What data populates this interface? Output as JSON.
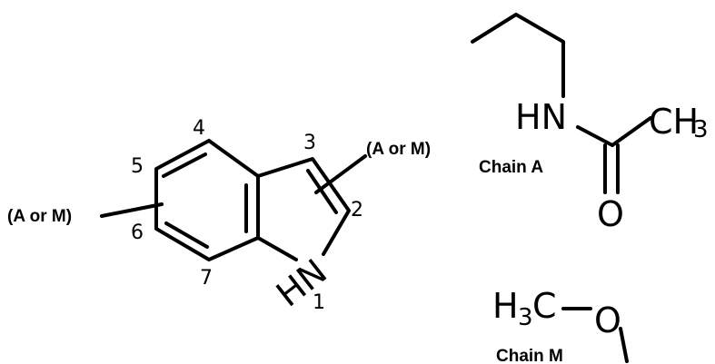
{
  "indole": {
    "positions": [
      "1",
      "2",
      "3",
      "4",
      "5",
      "6",
      "7"
    ],
    "nh_label": "HN",
    "substituent_left": "(A or M)",
    "substituent_right": "(A or M)"
  },
  "chain_a": {
    "caption": "Chain A",
    "nh": "HN",
    "methyl_main": "CH",
    "methyl_sub": "3",
    "oxygen": "O"
  },
  "chain_m": {
    "caption": "Chain M",
    "h": "H",
    "h_sub": "3",
    "c": "C",
    "oxygen": "O"
  }
}
